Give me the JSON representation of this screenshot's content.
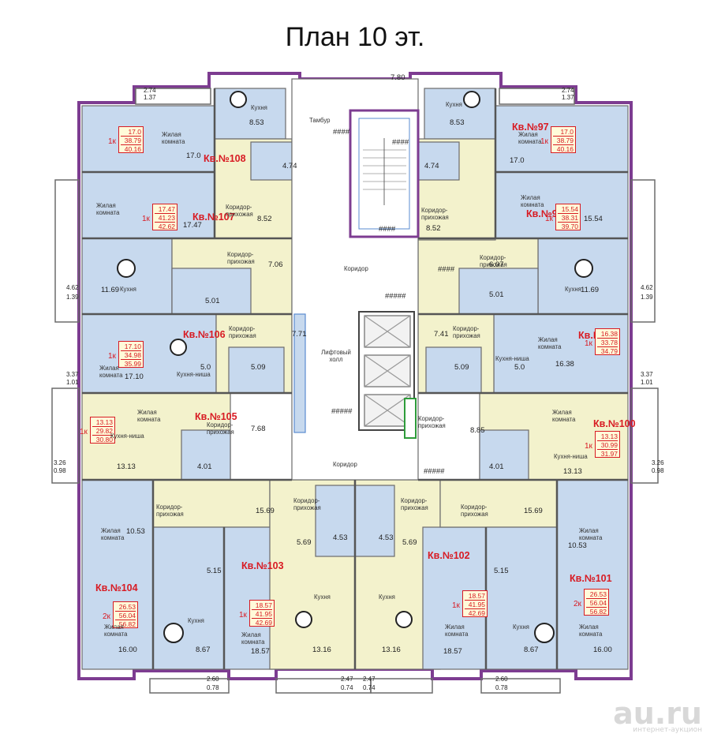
{
  "title": "План 10 эт.",
  "watermark": {
    "brand": "au.ru",
    "tagline": "интернет-аукцион"
  },
  "apartments": [
    {
      "id": "a97",
      "label": "Кв.№97",
      "rooms": "1к",
      "values": [
        "17.0",
        "38.79",
        "40.16"
      ]
    },
    {
      "id": "a98",
      "label": "Кв.№98",
      "rooms": "1к",
      "values": [
        "15.54",
        "38.31",
        "39.70"
      ]
    },
    {
      "id": "a99",
      "label": "Кв.№99",
      "rooms": "1к",
      "values": [
        "16.38",
        "33.78",
        "34.79"
      ]
    },
    {
      "id": "a100",
      "label": "Кв.№100",
      "rooms": "1к",
      "values": [
        "13.13",
        "30.99",
        "31.97"
      ]
    },
    {
      "id": "a101",
      "label": "Кв.№101",
      "rooms": "2к",
      "values": [
        "26.53",
        "56.04",
        "56.82"
      ]
    },
    {
      "id": "a102",
      "label": "Кв.№102",
      "rooms": "1к",
      "values": [
        "18.57",
        "41.95",
        "42.69"
      ]
    },
    {
      "id": "a103",
      "label": "Кв.№103",
      "rooms": "1к",
      "values": [
        "18.57",
        "41.95",
        "42.69"
      ]
    },
    {
      "id": "a104",
      "label": "Кв.№104",
      "rooms": "2к",
      "values": [
        "26.53",
        "56.04",
        "56.82"
      ]
    },
    {
      "id": "a105",
      "label": "Кв.№105",
      "rooms": "1к",
      "values": [
        "13.13",
        "29.82",
        "30.80"
      ]
    },
    {
      "id": "a106",
      "label": "Кв.№106",
      "rooms": "1к",
      "values": [
        "17.10",
        "34.98",
        "35.99"
      ]
    },
    {
      "id": "a107",
      "label": "Кв.№107",
      "rooms": "1к",
      "values": [
        "17.47",
        "41.23",
        "42.62"
      ]
    },
    {
      "id": "a108",
      "label": "Кв.№108",
      "rooms": "1к",
      "values": [
        "17.0",
        "38.79",
        "40.16"
      ]
    }
  ],
  "room_labels": {
    "living": "Жилая комната",
    "kitchen": "Кухня",
    "corridor": "Коридор-прихожая",
    "kitchen_niche": "Кухня-ниша",
    "tambour": "Тамбур",
    "hall_corridor": "Коридор",
    "lift_hall": "Лифтовый холл"
  },
  "areas": [
    "7.80",
    "8.53",
    "8.53",
    "17.0",
    "17.0",
    "4.74",
    "4.74",
    "8.52",
    "8.52",
    "17.47",
    "15.54",
    "7.06",
    "6.07",
    "11.69",
    "11.69",
    "5.01",
    "5.01",
    "7.71",
    "7.41",
    "17.10",
    "16.38",
    "5.0",
    "5.0",
    "5.09",
    "5.09",
    "7.68",
    "8.85",
    "13.13",
    "13.13",
    "4.01",
    "4.01",
    "15.69",
    "15.69",
    "10.53",
    "10.53",
    "5.15",
    "5.15",
    "5.69",
    "5.69",
    "4.53",
    "4.53",
    "16.00",
    "16.00",
    "8.67",
    "8.67",
    "18.57",
    "18.57",
    "13.16",
    "13.16"
  ],
  "balconies": [
    "2.74",
    "1.37",
    "2.74",
    "1.37",
    "4.62",
    "1.39",
    "4.62",
    "1.39",
    "3.37",
    "1.01",
    "3.37",
    "1.01",
    "3.26",
    "0.98",
    "3.26",
    "0.98",
    "2.60",
    "0.78",
    "2.60",
    "0.78",
    "2.47",
    "0.74",
    "2.47",
    "0.74"
  ],
  "marks": "####",
  "marks2": "#####"
}
